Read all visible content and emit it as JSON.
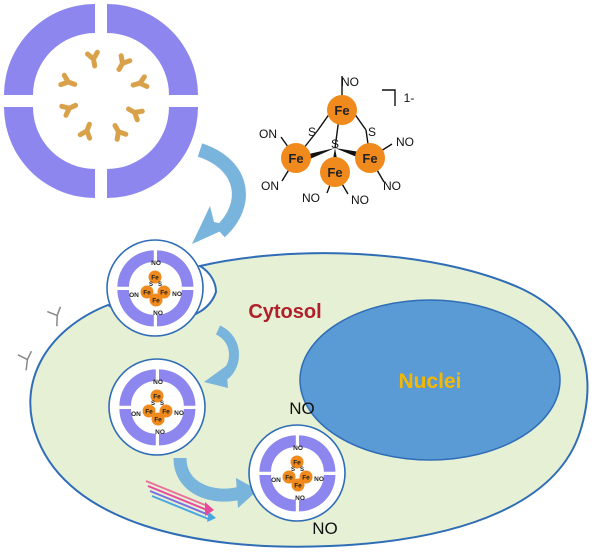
{
  "labels": {
    "cytosol": "Cytosol",
    "nuclei": "Nuclei",
    "no_out_top": "NO",
    "no_out_bottom": "NO"
  },
  "cluster": {
    "charge": "1-",
    "fe": "Fe",
    "s": "S",
    "no": "NO",
    "on": "ON"
  },
  "colors": {
    "pore_ring": "#8c86ee",
    "ligand": "#d9a24a",
    "fe_atom": "#f08a1c",
    "cell_fill": "#e6f0d4",
    "cell_stroke": "#2f6db6",
    "nucleus": "#5b9bd5",
    "cytosol_text": "#b0202a",
    "nuclei_text": "#f5b800",
    "arrow": "#79b4dd"
  }
}
